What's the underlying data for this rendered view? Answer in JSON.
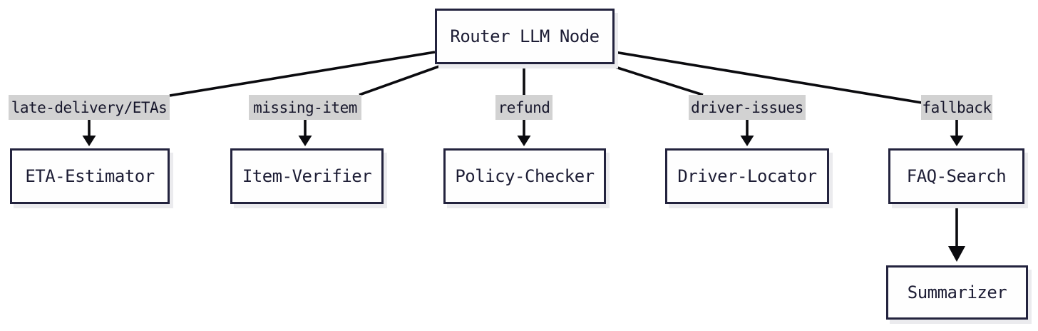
{
  "diagram": {
    "router": {
      "label": "Router LLM Node"
    },
    "branches": [
      {
        "edge_label": "late-delivery/ETAs",
        "node_label": "ETA-Estimator"
      },
      {
        "edge_label": "missing-item",
        "node_label": "Item-Verifier"
      },
      {
        "edge_label": "refund",
        "node_label": "Policy-Checker"
      },
      {
        "edge_label": "driver-issues",
        "node_label": "Driver-Locator"
      },
      {
        "edge_label": "fallback",
        "node_label": "FAQ-Search"
      }
    ],
    "faq_child": {
      "node_label": "Summarizer"
    }
  },
  "colors": {
    "background": "#ffffff",
    "node_fill": "#fefefe",
    "node_border": "#23233e",
    "node_text": "#1d1d35",
    "edge_line": "#0b0b0f",
    "edge_label_bg": "#d2d2d2",
    "edge_label_text": "#16162b",
    "shadow": "#ebebee"
  }
}
